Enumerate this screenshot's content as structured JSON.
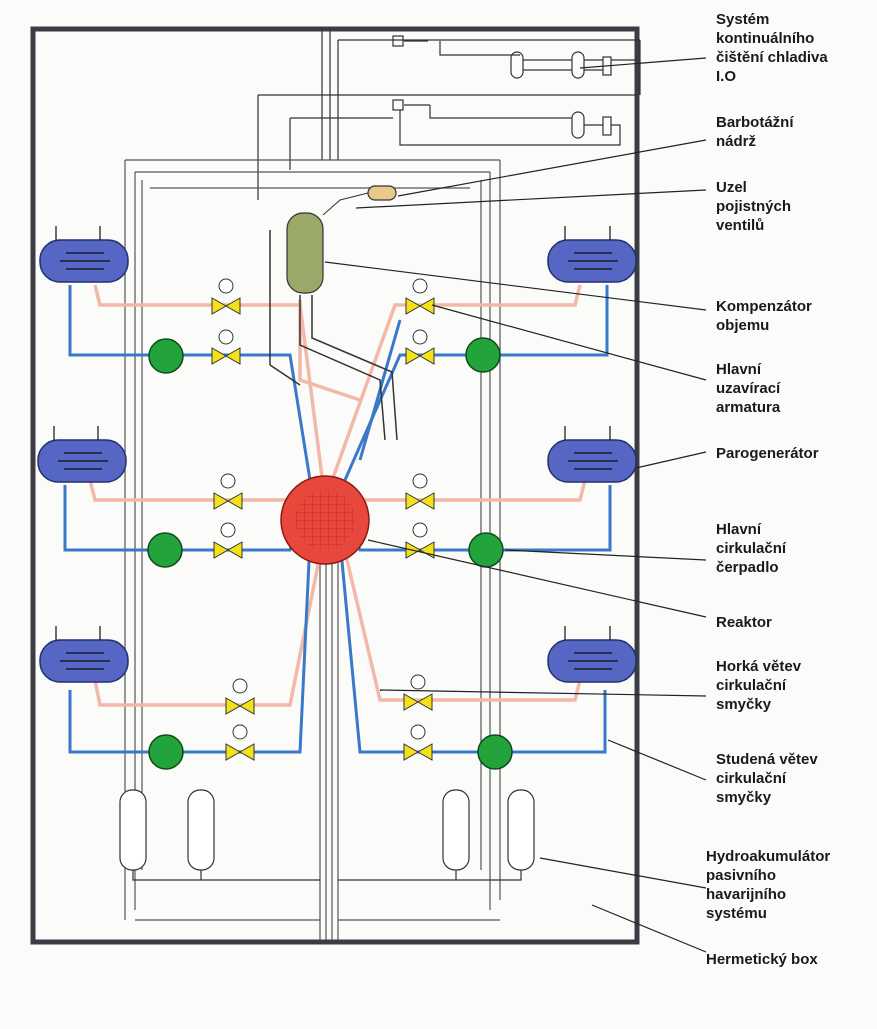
{
  "labels": {
    "cleaning_system": "Systém\nkontinuálního\nčištění chladiva\nI.O",
    "bubbler_tank": "Barbotážní\nnádrž",
    "safety_valves": "Uzel\npojistných\nventilů",
    "pressurizer": "Kompenzátor\nobjemu",
    "main_isolation_valve": "Hlavní\nuzavírací\narmatura",
    "steam_generator": "Parogenerátor",
    "main_pump": "Hlavní\ncirkulační\nčerpadlo",
    "reactor": "Reaktor",
    "hot_leg": "Horká větev\ncirkulační\nsmyčky",
    "cold_leg": "Studená větev\ncirkulační\nsmyčky",
    "hydroaccumulator": "Hydroakumulátor\npasivního\nhavarijního\nsystému",
    "hermetic_box": "Hermetický box"
  },
  "colors": {
    "hot_leg": "#f2b8a8",
    "cold_leg": "#3a78c9",
    "steam_generator": "#5566c4",
    "pump": "#22a33b",
    "reactor": "#e8483c",
    "pressurizer": "#9aa86a",
    "valve": "#f3e21a",
    "box_border": "#3c3c44"
  }
}
